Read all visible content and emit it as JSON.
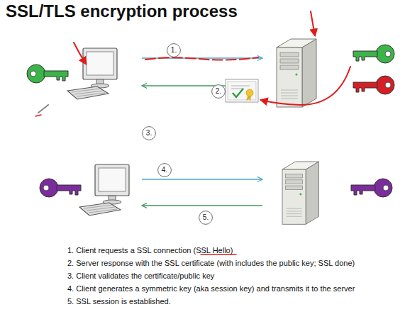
{
  "diagram": {
    "title": "SSL/TLS encryption process",
    "nodes": [
      {
        "text": [
          "1."
        ]
      },
      {
        "text": [
          "2."
        ]
      },
      {
        "text": [
          "3."
        ]
      },
      {
        "text": [
          "4."
        ]
      },
      {
        "text": [
          "5."
        ]
      }
    ],
    "labels": [
      "1. Client requests a SSL connection (SSL Hello)",
      "2. Server response with the SSL certificate (with includes the public key; SSL done)",
      "3. Client validates the certificate/public key",
      "4. Client generates a symmetric key (aka session key) and transmits it to the server",
      "5. SSL session is established."
    ]
  }
}
